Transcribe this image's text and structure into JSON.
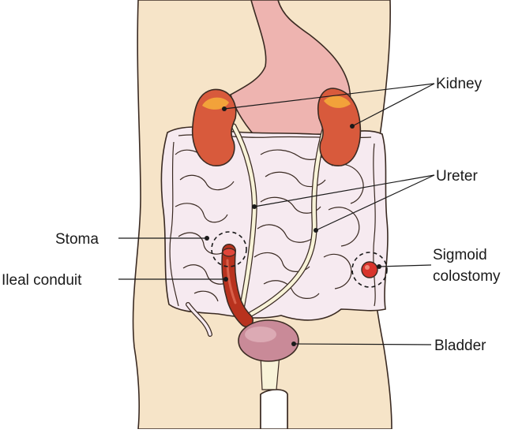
{
  "labels": {
    "kidney": "Kidney",
    "ureter": "Ureter",
    "stoma": "Stoma",
    "ileal_conduit": "Ileal conduit",
    "sigmoid_line1": "Sigmoid",
    "sigmoid_line2": "colostomy",
    "bladder": "Bladder"
  },
  "colors": {
    "skin": "#f6e4c8",
    "outline": "#3a2a22",
    "stomach": "#eeb4b0",
    "kidney": "#d85a3c",
    "kidney_highlight": "#f2a23a",
    "intestine": "#f6eaf0",
    "ureter": "#f8f3d8",
    "conduit": "#b8321e",
    "stoma": "#d8342c",
    "bladder": "#c98a98"
  }
}
